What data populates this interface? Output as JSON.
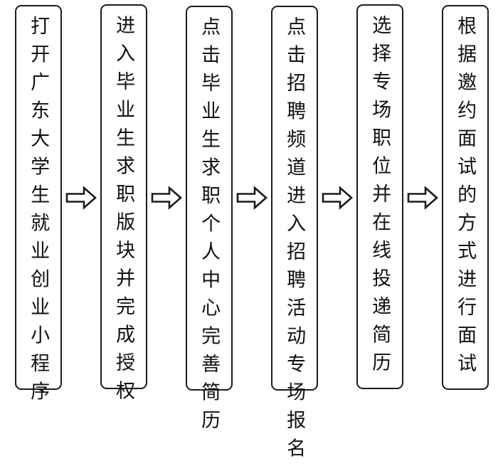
{
  "diagram": {
    "type": "linear-process-flow",
    "title": "",
    "orientation": "horizontal-left-to-right",
    "text_direction": "vertical",
    "background_color": "#ffffff",
    "box_border_color": "#1b1b1b",
    "box_fill_color": "#ffffff",
    "text_color": "#111111",
    "arrow_outline_color": "#1b1b1b",
    "arrow_fill_color": "#ffffff",
    "steps": [
      {
        "index": 1,
        "label": "打开广东大学生就业创业小程序"
      },
      {
        "index": 2,
        "label": "进入毕业生求职版块并完成授权"
      },
      {
        "index": 3,
        "label": "点击毕业生求职个人中心完善简历"
      },
      {
        "index": 4,
        "label": "点击招聘频道进入招聘活动专场报名"
      },
      {
        "index": 5,
        "label": "选择专场职位并在线投递简历"
      },
      {
        "index": 6,
        "label": "根据邀约面试的方式进行面试"
      }
    ],
    "connectors": [
      {
        "index": 1,
        "icon": "right-block-arrow-icon",
        "from": 1,
        "to": 2
      },
      {
        "index": 2,
        "icon": "right-block-arrow-icon",
        "from": 2,
        "to": 3
      },
      {
        "index": 3,
        "icon": "right-block-arrow-icon",
        "from": 3,
        "to": 4
      },
      {
        "index": 4,
        "icon": "right-block-arrow-icon",
        "from": 4,
        "to": 5
      },
      {
        "index": 5,
        "icon": "right-block-arrow-icon",
        "from": 5,
        "to": 6
      }
    ]
  }
}
